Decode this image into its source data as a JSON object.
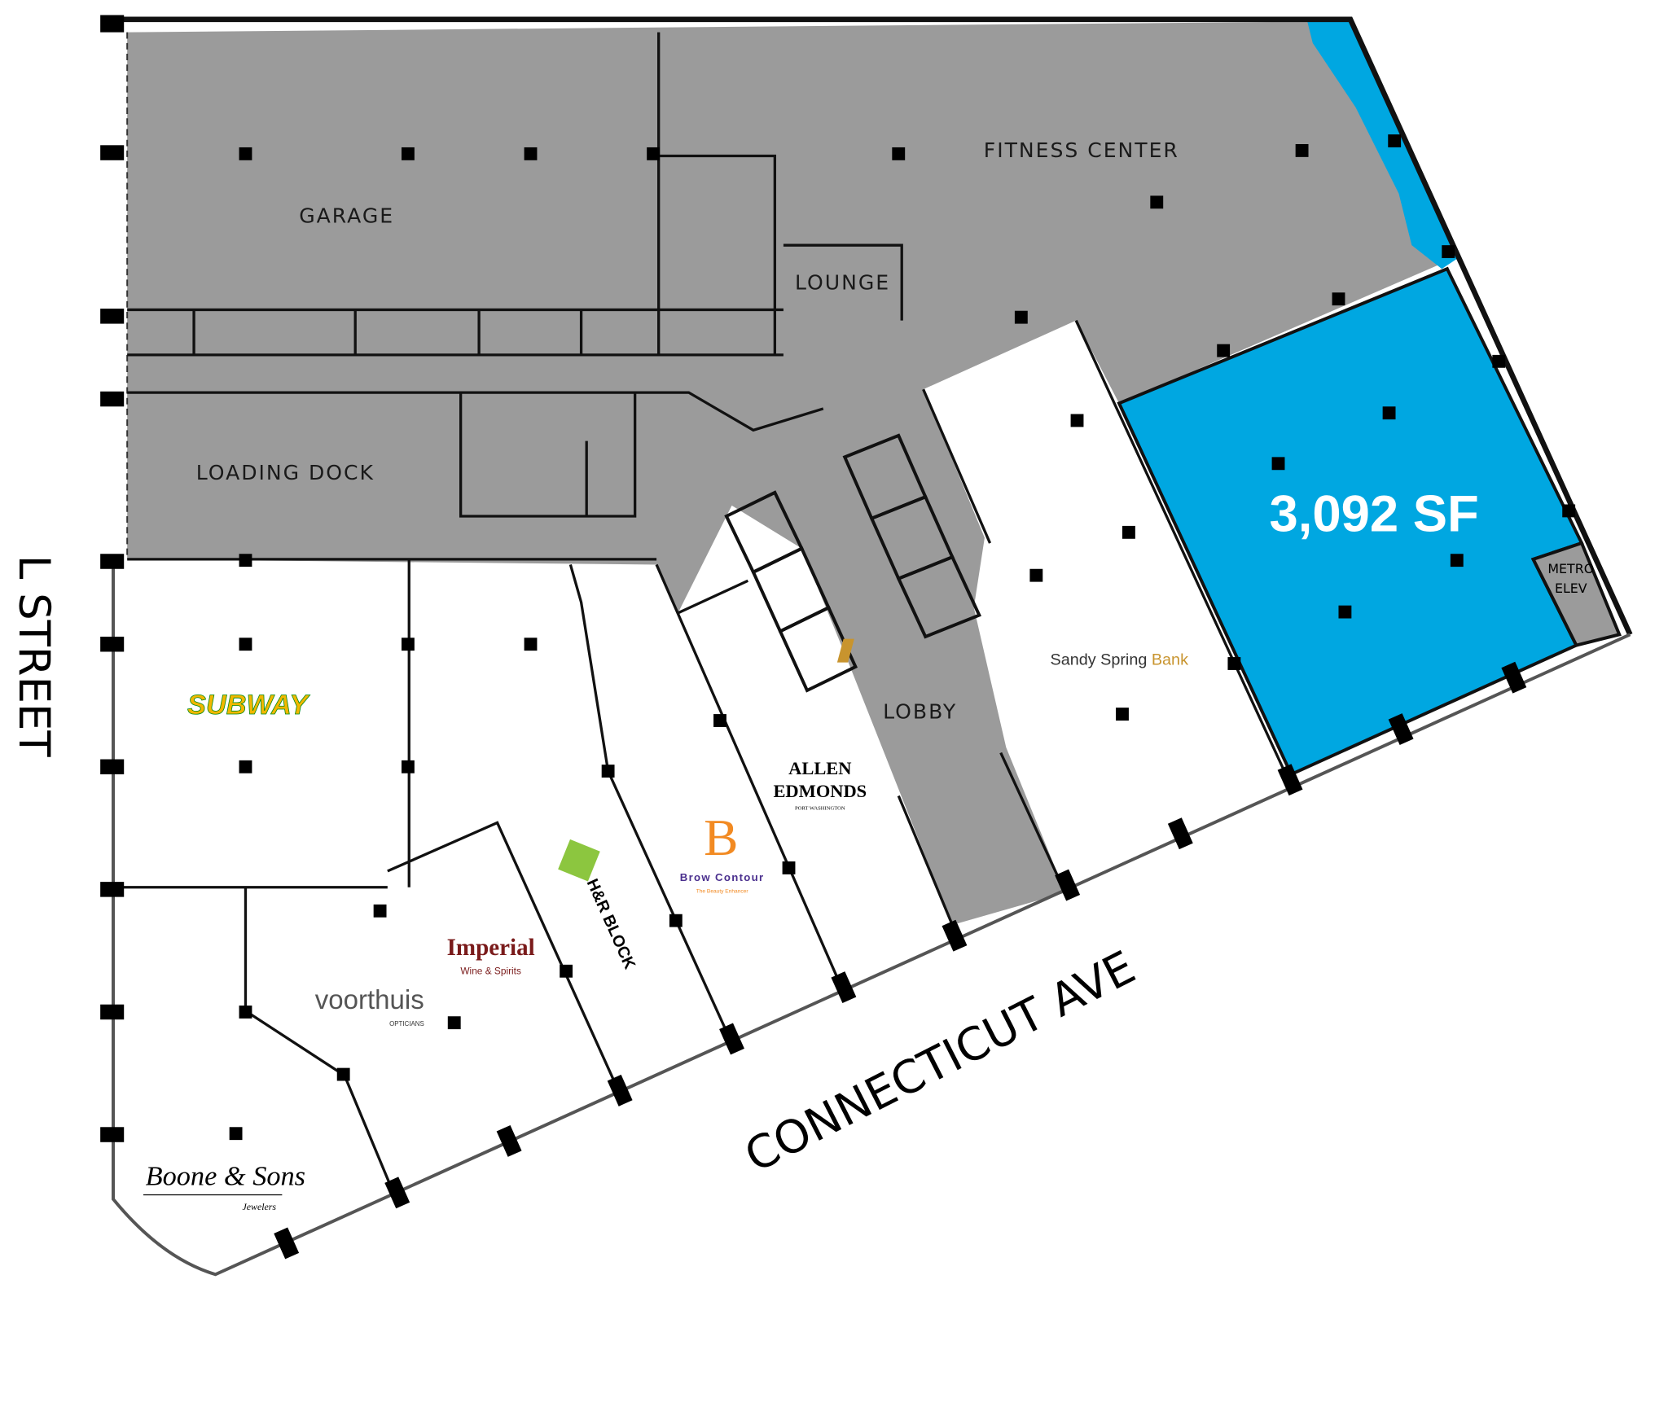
{
  "plan": {
    "streets": {
      "left": "L STREET",
      "bottom": "CONNECTICUT AVE"
    },
    "rooms": {
      "garage": "GARAGE",
      "fitness": "FITNESS CENTER",
      "lounge": "LOUNGE",
      "loading": "LOADING DOCK",
      "lobby": "LOBBY",
      "metro_line1": "METRO",
      "metro_line2": "ELEV"
    },
    "available": {
      "area": "3,092 SF",
      "color": "#00a7e1"
    },
    "tenants": {
      "subway": "SUBWAY",
      "sandy": {
        "name1": "Sandy Spring ",
        "name2": "Bank"
      },
      "allen": {
        "line1": "ALLEN",
        "line2": "EDMONDS",
        "sub": "PORT WASHINGTON"
      },
      "brow": {
        "mark": "B",
        "name": "Brow Contour",
        "sub": "The Beauty Enhancer"
      },
      "hrblock": "H&R BLOCK",
      "imperial": {
        "name": "Imperial",
        "sub": "Wine & Spirits"
      },
      "voorthuis": {
        "name": "voorthuis",
        "sub": "OPTICIANS"
      },
      "boone": {
        "name": "Boone & Sons",
        "sub": "Jewelers"
      }
    },
    "colors": {
      "common": "#9b9b9b",
      "retail": "#ffffff",
      "available": "#00a7e1"
    }
  }
}
